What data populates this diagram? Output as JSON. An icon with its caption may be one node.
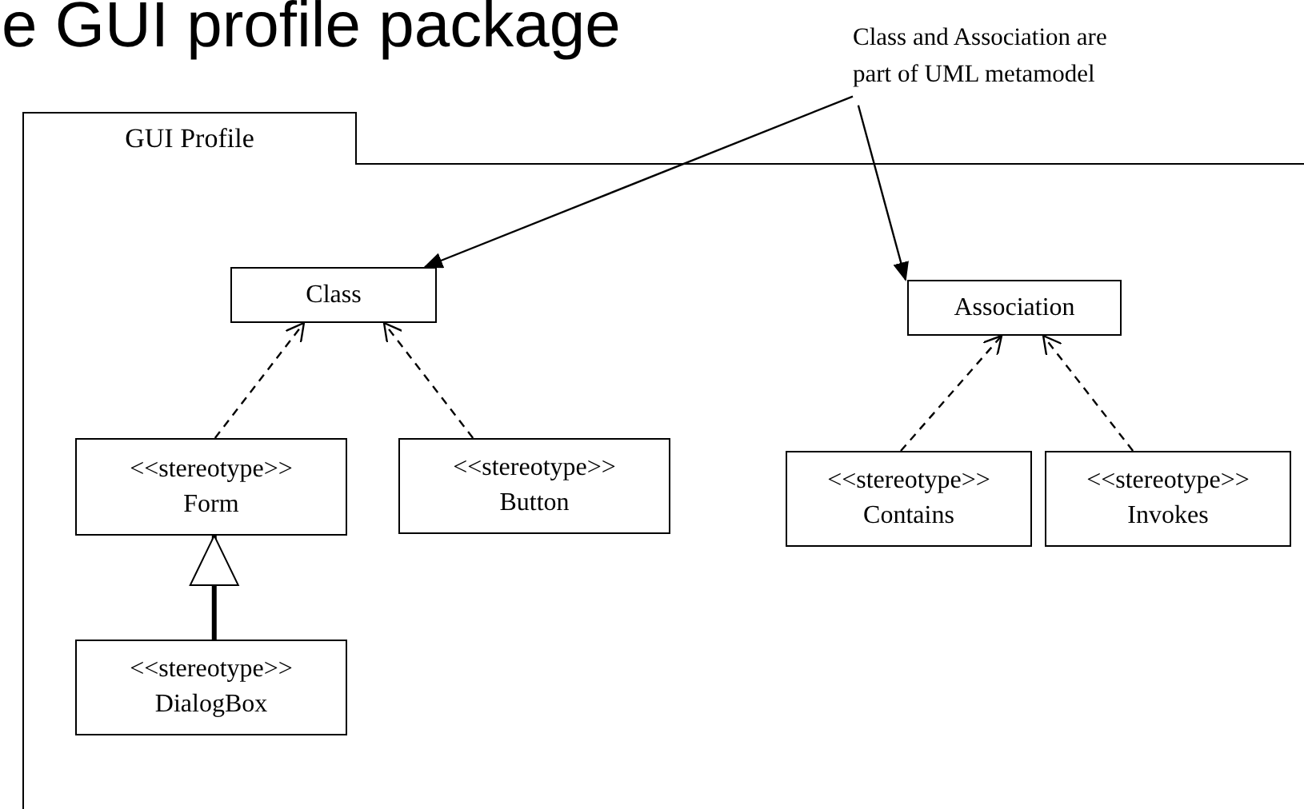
{
  "diagram": {
    "title": "e GUI profile package",
    "nodes": [
      {
        "text": [
          "Class and Association are part of UML metamodel"
        ]
      },
      {
        "text": [
          "GUI Profile"
        ]
      },
      {
        "text": [
          "Class"
        ],
        "in": 1
      },
      {
        "text": [
          "Association"
        ],
        "in": 1
      },
      {
        "text": [
          "<<stereotype>>",
          "Form"
        ],
        "in": 1
      },
      {
        "text": [
          "<<stereotype>>",
          "Button"
        ],
        "in": 1
      },
      {
        "text": [
          "<<stereotype>>",
          "Contains"
        ],
        "in": 1
      },
      {
        "text": [
          "<<stereotype>>",
          "Invokes"
        ],
        "in": 1
      },
      {
        "text": [
          "<<stereotype>>",
          "DialogBox"
        ],
        "in": 1
      }
    ],
    "edges": [
      {
        "from": 0,
        "to": 2,
        "arrow": "to"
      },
      {
        "from": 0,
        "to": 3,
        "arrow": "to"
      },
      {
        "from": 4,
        "to": 2,
        "arrow": "to",
        "style": "dashed"
      },
      {
        "from": 5,
        "to": 2,
        "arrow": "to",
        "style": "dashed"
      },
      {
        "from": 6,
        "to": 3,
        "arrow": "to",
        "style": "dashed"
      },
      {
        "from": 7,
        "to": 3,
        "arrow": "to",
        "style": "dashed"
      },
      {
        "from": 8,
        "to": 4,
        "arrow": "to",
        "style": "thick"
      }
    ]
  }
}
